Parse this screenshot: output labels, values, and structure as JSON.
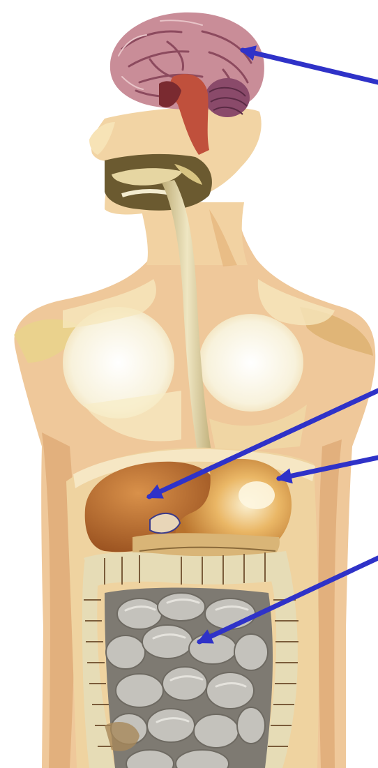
{
  "figure": {
    "description_labels": [],
    "colors": {
      "background": "#ffffff",
      "skin": "#efc89a",
      "skin_shadow": "#d9a06a",
      "skin_light": "#f6e7bd",
      "chest_light": "#fbf7ea",
      "brain": "#c98d98",
      "brain_dark": "#8c4a5e",
      "brainstem": "#c0503c",
      "cerebellum": "#8a4a6a",
      "mouth_dark": "#6b5a30",
      "esophagus": "#e2d6a6",
      "liver": "#b86a2c",
      "stomach": "#e0a24a",
      "stomach_light": "#f7e6b8",
      "colon": "#e6dcb6",
      "colon_dark": "#7a5c3a",
      "small_intestine": "#c4c2bc",
      "small_intestine_shadow": "#7e7a72",
      "arrow": "#2f32c8"
    },
    "arrows": [
      {
        "name": "brain-arrow",
        "target": "brain"
      },
      {
        "name": "liver-arrow",
        "target": "liver"
      },
      {
        "name": "stomach-arrow",
        "target": "stomach"
      },
      {
        "name": "intestine-arrow",
        "target": "small-intestine"
      }
    ]
  }
}
